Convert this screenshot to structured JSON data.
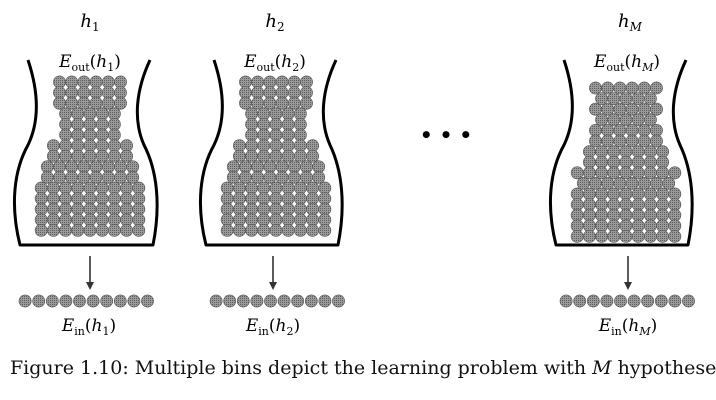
{
  "bins": [
    {
      "hypothesis": {
        "base": "h",
        "sub": "1"
      },
      "e_out": {
        "base": "E",
        "sub": "out",
        "arg_base": "h",
        "arg_sub": "1"
      },
      "e_in": {
        "base": "E",
        "sub": "in",
        "arg_base": "h",
        "arg_sub": "1"
      }
    },
    {
      "hypothesis": {
        "base": "h",
        "sub": "2"
      },
      "e_out": {
        "base": "E",
        "sub": "out",
        "arg_base": "h",
        "arg_sub": "2"
      },
      "e_in": {
        "base": "E",
        "sub": "in",
        "arg_base": "h",
        "arg_sub": "2"
      }
    },
    {
      "hypothesis": {
        "base": "h",
        "sub": "M"
      },
      "e_out": {
        "base": "E",
        "sub": "out",
        "arg_base": "h",
        "arg_sub": "M"
      },
      "e_in": {
        "base": "E",
        "sub": "in",
        "arg_base": "h",
        "arg_sub": "M"
      }
    }
  ],
  "ellipsis": "• • •",
  "sample_marbles_per_bin": 10,
  "marble_color": "#8c8c8c",
  "caption": {
    "prefix": "Figure 1.10:  Multiple bins depict the learning problem with ",
    "math": "M",
    "suffix": " hypotheses"
  }
}
